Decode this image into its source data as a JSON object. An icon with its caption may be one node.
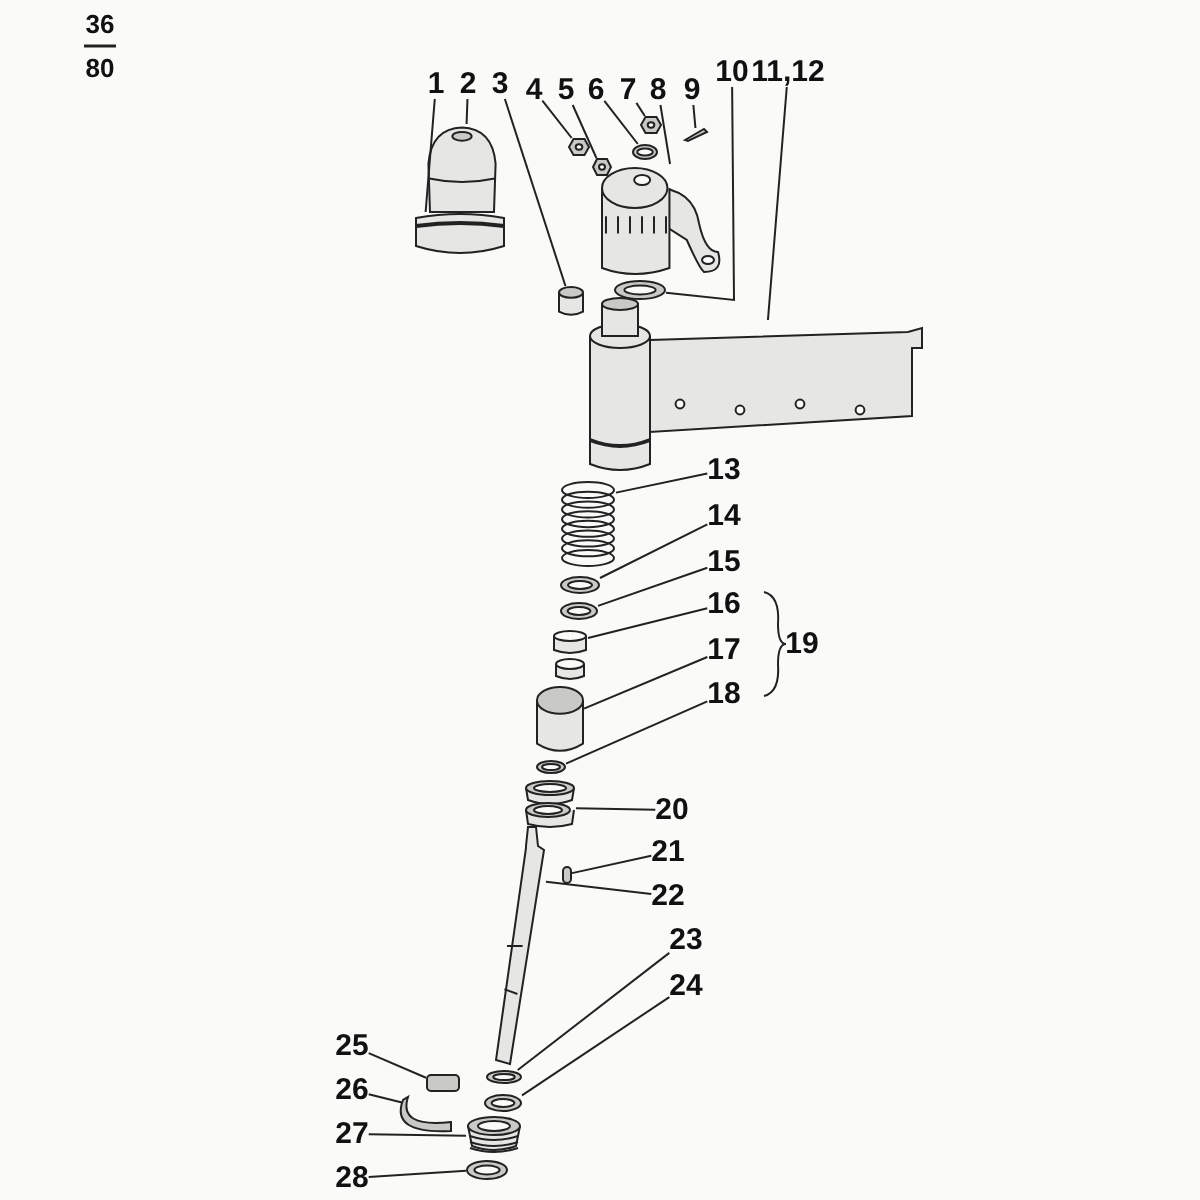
{
  "diagram": {
    "nodes": [
      {
        "text": [
          "1"
        ]
      },
      {
        "text": [
          "2"
        ]
      },
      {
        "text": [
          "3"
        ]
      },
      {
        "text": [
          "4"
        ]
      },
      {
        "text": [
          "5"
        ]
      },
      {
        "text": [
          "6"
        ]
      },
      {
        "text": [
          "7"
        ]
      },
      {
        "text": [
          "8"
        ]
      },
      {
        "text": [
          "9"
        ]
      },
      {
        "text": [
          "10"
        ]
      },
      {
        "text": [
          "11,12"
        ]
      },
      {
        "text": [
          "13"
        ]
      },
      {
        "text": [
          "14"
        ]
      },
      {
        "text": [
          "15"
        ]
      },
      {
        "text": [
          "16"
        ]
      },
      {
        "text": [
          "17"
        ]
      },
      {
        "text": [
          "18"
        ]
      },
      {
        "text": [
          "20"
        ]
      },
      {
        "text": [
          "21"
        ]
      },
      {
        "text": [
          "22"
        ]
      },
      {
        "text": [
          "23"
        ]
      },
      {
        "text": [
          "24"
        ]
      },
      {
        "text": [
          "25"
        ]
      },
      {
        "text": [
          "26"
        ]
      },
      {
        "text": [
          "27"
        ]
      },
      {
        "text": [
          "28"
        ]
      },
      {
        "text": [],
        "shape": "picture"
      },
      {
        "text": [],
        "shape": "picture"
      },
      {
        "text": [],
        "shape": "cylinder"
      },
      {
        "text": [],
        "shape": "picture"
      },
      {
        "text": [],
        "shape": "picture"
      },
      {
        "text": [],
        "shape": "picture"
      },
      {
        "text": [],
        "shape": "picture"
      },
      {
        "text": [],
        "shape": "picture"
      },
      {
        "text": [],
        "shape": "picture"
      },
      {
        "text": [],
        "shape": "picture"
      },
      {
        "text": [],
        "shape": "picture"
      },
      {
        "text": [],
        "shape": "picture"
      },
      {
        "text": [],
        "shape": "picture"
      },
      {
        "text": [],
        "shape": "picture"
      },
      {
        "text": [],
        "shape": "picture"
      },
      {
        "text": [],
        "shape": "cylinder"
      },
      {
        "text": [],
        "shape": "picture"
      },
      {
        "text": [],
        "shape": "picture"
      },
      {
        "text": [],
        "shape": "box"
      },
      {
        "text": [],
        "shape": "picture"
      },
      {
        "text": [],
        "shape": "picture"
      },
      {
        "text": [],
        "shape": "picture"
      },
      {
        "text": [],
        "shape": "box"
      },
      {
        "text": [],
        "shape": "picture"
      },
      {
        "text": [],
        "shape": "picture"
      },
      {
        "text": [],
        "shape": "picture"
      }
    ],
    "edges": [
      {
        "from": 0,
        "to": 26,
        "arrow": "none"
      },
      {
        "from": 1,
        "to": 27,
        "arrow": "none"
      },
      {
        "from": 2,
        "to": 28,
        "arrow": "none"
      },
      {
        "from": 3,
        "to": 29,
        "arrow": "none"
      },
      {
        "from": 4,
        "to": 30,
        "arrow": "none"
      },
      {
        "from": 5,
        "to": 31,
        "arrow": "none"
      },
      {
        "from": 6,
        "to": 32,
        "arrow": "none"
      },
      {
        "from": 7,
        "to": 33,
        "arrow": "none"
      },
      {
        "from": 8,
        "to": 34,
        "arrow": "none"
      },
      {
        "from": 9,
        "to": 35,
        "arrow": "none"
      },
      {
        "from": 10,
        "to": 36,
        "arrow": "none"
      },
      {
        "from": 11,
        "to": 37,
        "arrow": "none"
      },
      {
        "from": 12,
        "to": 38,
        "arrow": "none"
      },
      {
        "from": 13,
        "to": 39,
        "arrow": "none"
      },
      {
        "from": 14,
        "to": 40,
        "arrow": "none"
      },
      {
        "from": 15,
        "to": 41,
        "arrow": "none"
      },
      {
        "from": 16,
        "to": 42,
        "arrow": "none"
      },
      {
        "from": 17,
        "to": 43,
        "arrow": "none"
      },
      {
        "from": 18,
        "to": 44,
        "arrow": "none"
      },
      {
        "from": 19,
        "to": 45,
        "arrow": "none"
      },
      {
        "from": 20,
        "to": 46,
        "arrow": "none"
      },
      {
        "from": 21,
        "to": 47,
        "arrow": "none"
      },
      {
        "from": 22,
        "to": 48,
        "arrow": "none"
      },
      {
        "from": 23,
        "to": 49,
        "arrow": "none"
      },
      {
        "from": 24,
        "to": 50,
        "arrow": "none"
      },
      {
        "from": 25,
        "to": 51,
        "arrow": "none"
      }
    ],
    "labels": [
      "36",
      "80",
      "19"
    ]
  }
}
